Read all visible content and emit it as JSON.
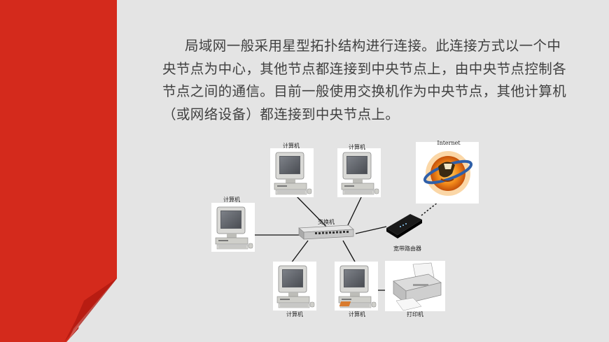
{
  "slide": {
    "paragraph_lines": [
      "局域网一般采用星型拓扑结构进行连接。此连接方式以一个中",
      "央节点为中心，其他节点都连接到中央节点上，由中央节点控制各",
      "节点之间的通信。目前一般使用交换机作为中央节点，其他计算机",
      "（或网络设备）都连接到中央节点上。"
    ],
    "colors": {
      "ribbon": "#d42a1c",
      "ribbon_fold": "#a8140c",
      "background": "#e4e4e4",
      "text": "#404040"
    }
  },
  "diagram": {
    "labels": {
      "computer": "计算机",
      "switch": "交换机",
      "router": "宽带路由器",
      "internet": "Internet",
      "printer": "打印机"
    },
    "icons": [
      "computer-icon",
      "switch-icon",
      "router-icon",
      "internet-globe-icon",
      "printer-icon"
    ]
  }
}
